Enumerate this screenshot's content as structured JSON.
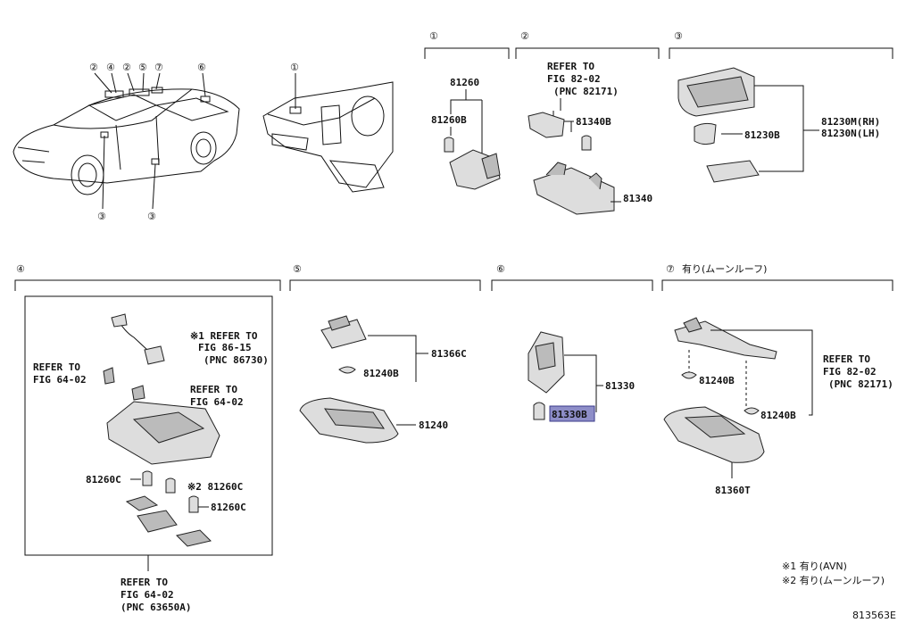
{
  "sections": [
    {
      "num": "①",
      "title": ""
    },
    {
      "num": "②",
      "title": ""
    },
    {
      "num": "③",
      "title": ""
    },
    {
      "num": "④",
      "title": ""
    },
    {
      "num": "⑤",
      "title": ""
    },
    {
      "num": "⑥",
      "title": ""
    },
    {
      "num": "⑦",
      "title": "有り(ムーンルーフ)"
    }
  ],
  "parts": {
    "p81260": "81260",
    "p81260B": "81260B",
    "p81340B": "81340B",
    "p81340": "81340",
    "p81230B": "81230B",
    "p81230M": "81230M(RH)",
    "p81230N": "81230N(LH)",
    "p81366C": "81366C",
    "p81240B_5": "81240B",
    "p81240": "81240",
    "p81330": "81330",
    "p81330B": "81330B",
    "p81240B_7a": "81240B",
    "p81240B_7b": "81240B",
    "p81360T": "81360T",
    "p81260C_a": "81260C",
    "p81260C_b": "※2 81260C",
    "p81260C_c": "81260C"
  },
  "refs": {
    "r2": [
      "REFER TO",
      "FIG 82-02",
      "(PNC 82171)"
    ],
    "r4a": [
      "※1 REFER TO",
      "FIG 86-15",
      "(PNC 86730)"
    ],
    "r4b": [
      "REFER TO",
      "FIG 64-02"
    ],
    "r4c": [
      "REFER TO",
      "FIG 64-02"
    ],
    "r4d": [
      "REFER TO",
      "FIG 64-02",
      "(PNC 63650A)"
    ],
    "r7": [
      "REFER TO",
      "FIG 82-02",
      "(PNC 82171)"
    ]
  },
  "car_callouts_top": [
    "②",
    "④",
    "②",
    "⑤",
    "⑦",
    "⑥"
  ],
  "car_callouts_bottom": [
    "③",
    "③"
  ],
  "dash_callout": "①",
  "notes": [
    "※1 有り(AVN)",
    "※2 有り(ムーンルーフ)"
  ],
  "figure_id": "813563E",
  "colors": {
    "line": "#111111",
    "highlight": "#8e8ec8"
  }
}
